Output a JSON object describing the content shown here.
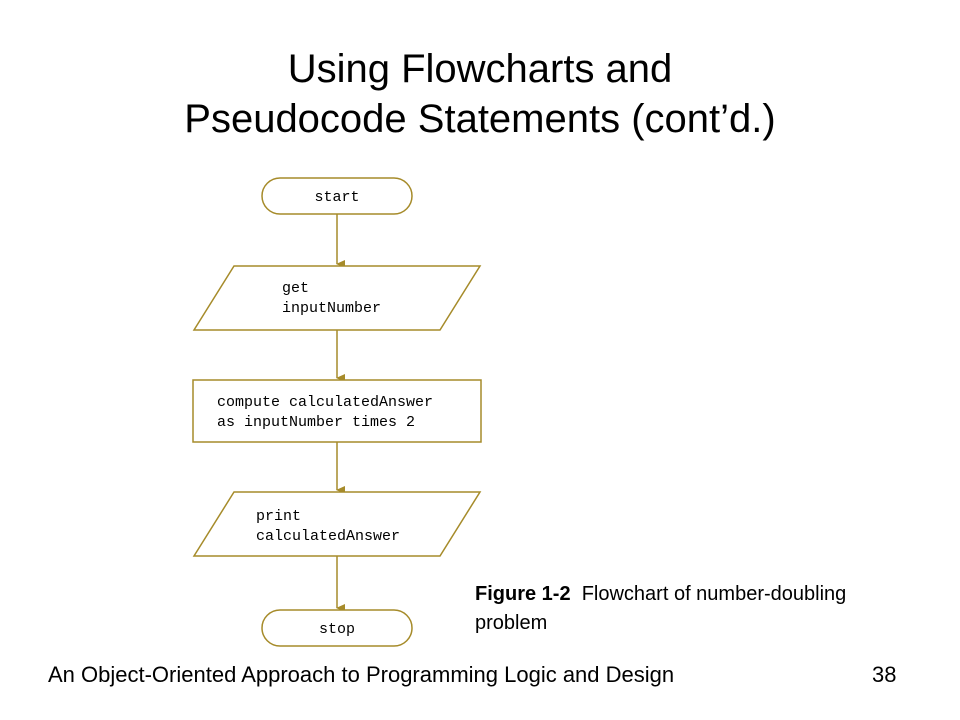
{
  "title": {
    "line1": "Using Flowcharts and",
    "line2": "Pseudocode Statements (cont’d.)"
  },
  "flowchart": {
    "start": "start",
    "input_line1": "get",
    "input_line2": "inputNumber",
    "process_line1": "compute calculatedAnswer",
    "process_line2": "as inputNumber times 2",
    "output_line1": "print",
    "output_line2": "calculatedAnswer",
    "stop": "stop",
    "stroke_color": "#a68b2a"
  },
  "caption": {
    "figure_label": "Figure 1-2",
    "text": "Flowchart of number-doubling problem"
  },
  "footer": {
    "text": "An Object-Oriented Approach to Programming Logic and Design",
    "page": "38"
  }
}
